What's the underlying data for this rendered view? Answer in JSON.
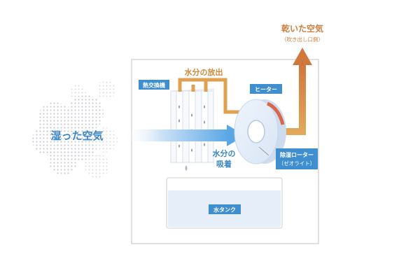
{
  "labels": {
    "humid_air": "湿った空気",
    "dry_air": "乾いた空気",
    "outlet": "（吹き出し口側）",
    "release": "水分の放出",
    "heat_exchanger": "熱交換機",
    "heater": "ヒーター",
    "absorb_line1": "水分の",
    "absorb_line2": "吸着",
    "rotor_line1": "除湿ローター",
    "rotor_line2": "（ゼオライト）",
    "tank": "水タンク"
  },
  "colors": {
    "orange": "#dfa04f",
    "dry_text": "#cf7f3f",
    "blue_label": "#3f8fd0",
    "blue_text": "#3a86c4",
    "heater_red": "#d9674a",
    "frame": "#d6d6d6",
    "tank_fill": "#e6eef9"
  }
}
